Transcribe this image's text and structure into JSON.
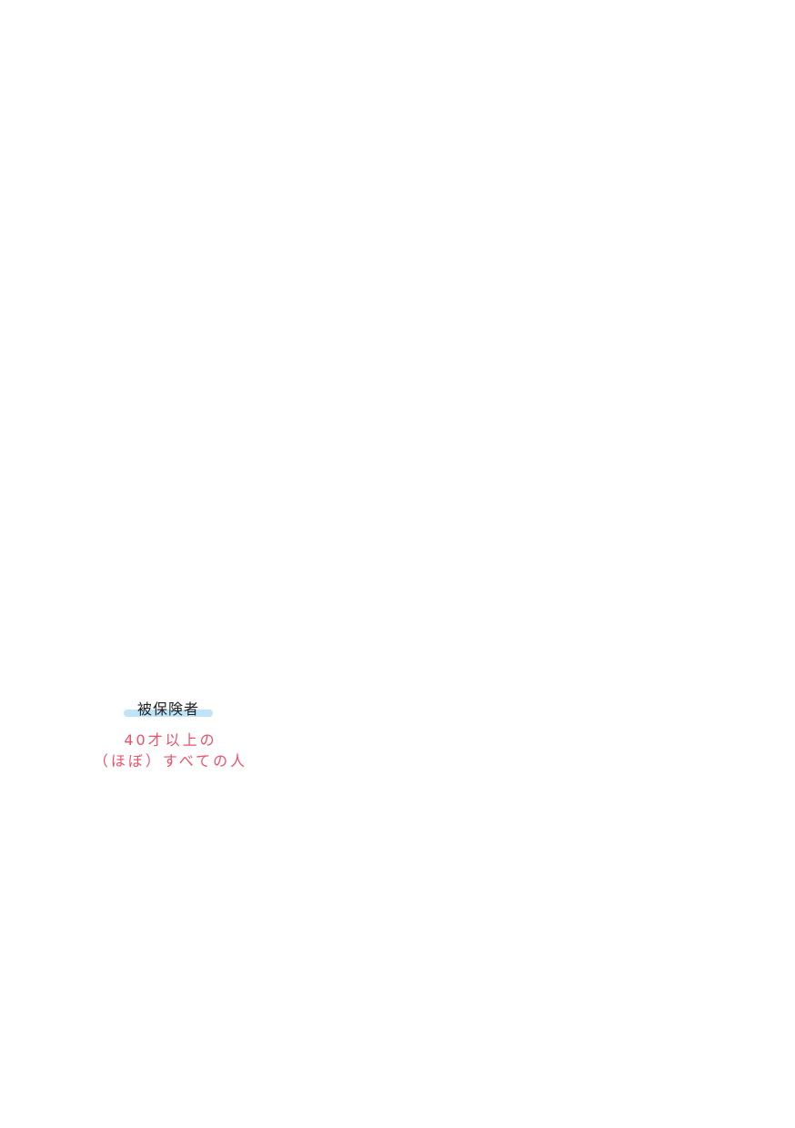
{
  "heading": "被保険者",
  "description": [
    "40才以上の",
    "（ほぼ）すべての人"
  ],
  "colors": {
    "highlight": "#bfe3f7",
    "note": "#f0506a"
  }
}
